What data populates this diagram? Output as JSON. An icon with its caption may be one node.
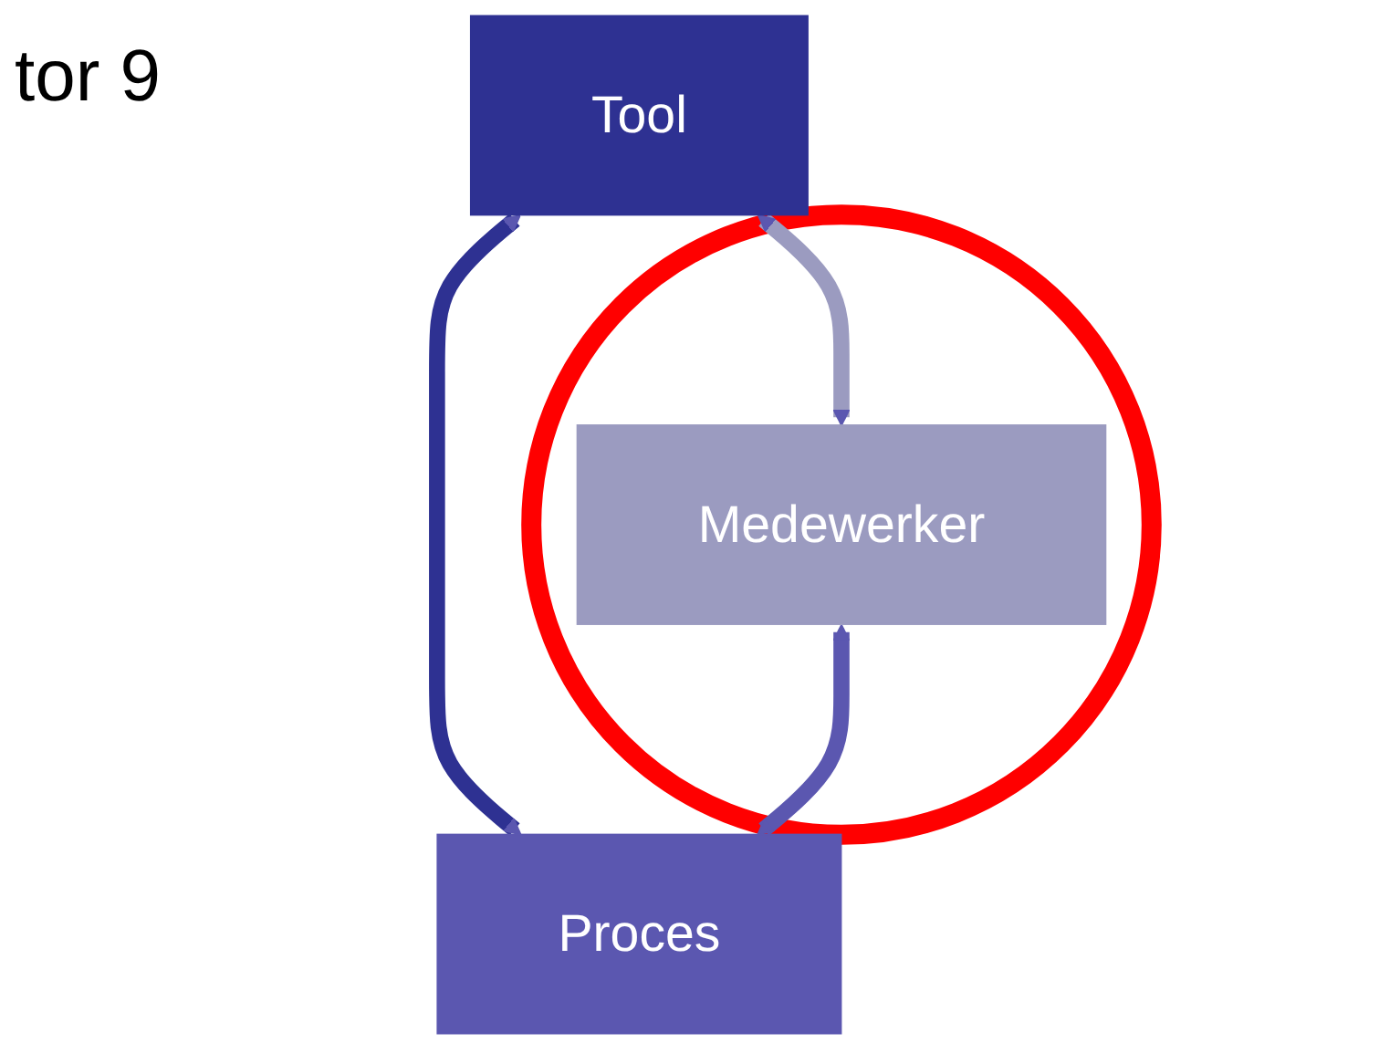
{
  "diagram": {
    "nodes": [
      {
        "text": [
          "Tool"
        ]
      },
      {
        "text": [],
        "shape": "circle"
      },
      {
        "text": [
          "Medewerker"
        ],
        "in": 1
      },
      {
        "text": [
          "Proces"
        ]
      }
    ],
    "edges": [
      {
        "from": 0,
        "to": 2,
        "arrow": "both",
        "color": "#9b9bc0"
      },
      {
        "from": 0,
        "to": 3,
        "arrow": "both",
        "color": "#2e3192"
      },
      {
        "from": 2,
        "to": 3,
        "arrow": "both",
        "color": "#5b57b0"
      }
    ],
    "labels": [
      "tor 9"
    ]
  }
}
